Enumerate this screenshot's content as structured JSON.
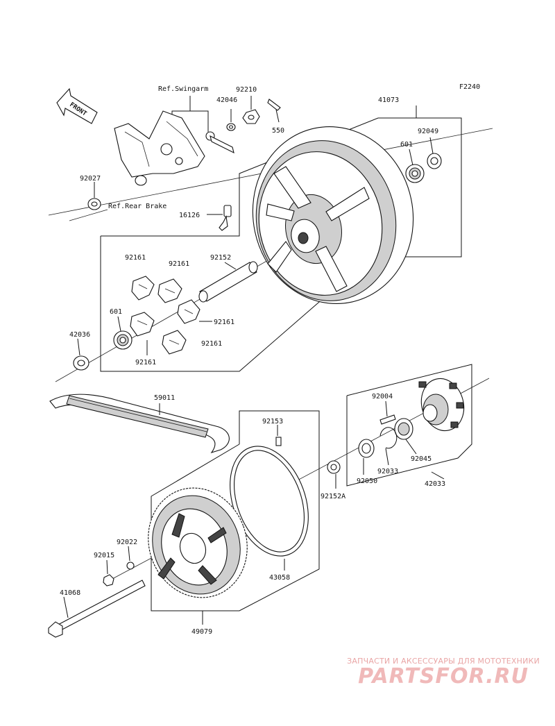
{
  "figure_code": "F2240",
  "front_label": "FRONT",
  "refs": {
    "swingarm": "Ref.Swingarm",
    "rear_brake": "Ref.Rear Brake"
  },
  "parts": {
    "p41073": "41073",
    "p92049": "92049",
    "p601a": "601",
    "p92210": "92210",
    "p42046": "42046",
    "p550": "550",
    "p92027": "92027",
    "p16126": "16126",
    "p92152": "92152",
    "p92161a": "92161",
    "p92161b": "92161",
    "p92161c": "92161",
    "p92161d": "92161",
    "p92161e": "92161",
    "p601b": "601",
    "p42036": "42036",
    "p59011": "59011",
    "p92004": "92004",
    "p92153": "92153",
    "p92045": "92045",
    "p92033": "92033",
    "p92050": "92050",
    "p92152a": "92152A",
    "p42033": "42033",
    "p92022": "92022",
    "p92015": "92015",
    "p43058": "43058",
    "p41068": "41068",
    "p49079": "49079"
  },
  "watermark": {
    "tagline": "ЗАПЧАСТИ И АКСЕССУАРЫ ДЛЯ МОТОТЕХНИКИ",
    "logo": "PARTSFOR.RU"
  },
  "colors": {
    "watermark_text": "#e9a5a5",
    "watermark_logo": "#f0b9b9"
  }
}
